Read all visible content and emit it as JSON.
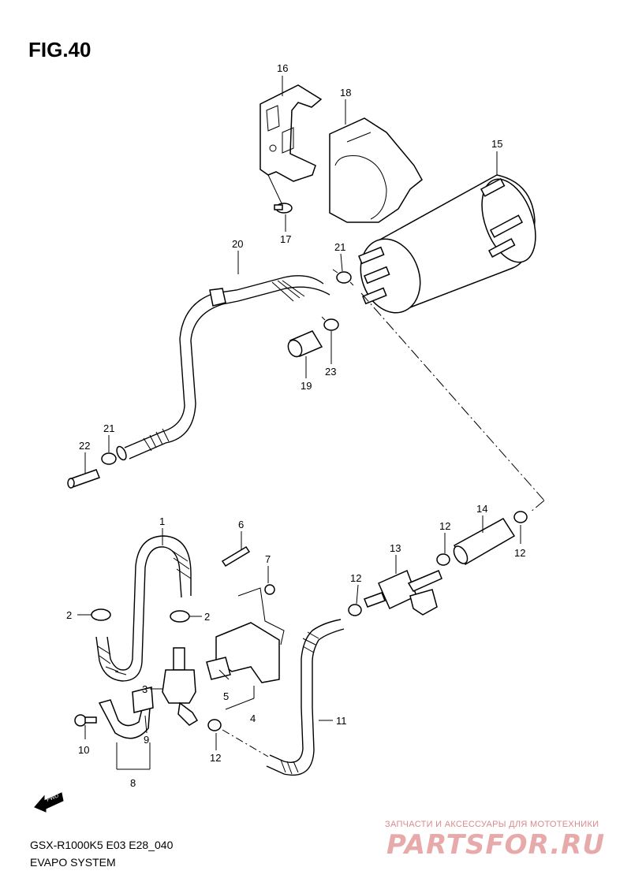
{
  "figure_title": "FIG.40",
  "model_code": "GSX-R1000K5  E03  E28_040",
  "system_name": "EVAPO SYSTEM",
  "fwd_label": "FWD",
  "watermark": {
    "caption": "ЗАПЧАСТИ И АКСЕССУАРЫ ДЛЯ МОТОТЕХНИКИ",
    "logo": "PARTSFOR.RU"
  },
  "callouts": [
    {
      "id": "c16",
      "label": "16"
    },
    {
      "id": "c18",
      "label": "18"
    },
    {
      "id": "c15",
      "label": "15"
    },
    {
      "id": "c17",
      "label": "17"
    },
    {
      "id": "c20",
      "label": "20"
    },
    {
      "id": "c21a",
      "label": "21"
    },
    {
      "id": "c23",
      "label": "23"
    },
    {
      "id": "c19",
      "label": "19"
    },
    {
      "id": "c22",
      "label": "22"
    },
    {
      "id": "c21b",
      "label": "21"
    },
    {
      "id": "c1",
      "label": "1"
    },
    {
      "id": "c6",
      "label": "6"
    },
    {
      "id": "c7",
      "label": "7"
    },
    {
      "id": "c2a",
      "label": "2"
    },
    {
      "id": "c2b",
      "label": "2"
    },
    {
      "id": "c3",
      "label": "3"
    },
    {
      "id": "c5",
      "label": "5"
    },
    {
      "id": "c4",
      "label": "4"
    },
    {
      "id": "c10",
      "label": "10"
    },
    {
      "id": "c9",
      "label": "9"
    },
    {
      "id": "c8",
      "label": "8"
    },
    {
      "id": "c12a",
      "label": "12"
    },
    {
      "id": "c11",
      "label": "11"
    },
    {
      "id": "c13",
      "label": "13"
    },
    {
      "id": "c12b",
      "label": "12"
    },
    {
      "id": "c12c",
      "label": "12"
    },
    {
      "id": "c14",
      "label": "14"
    },
    {
      "id": "c12d",
      "label": "12"
    },
    {
      "id": "c12e",
      "label": "12"
    }
  ]
}
